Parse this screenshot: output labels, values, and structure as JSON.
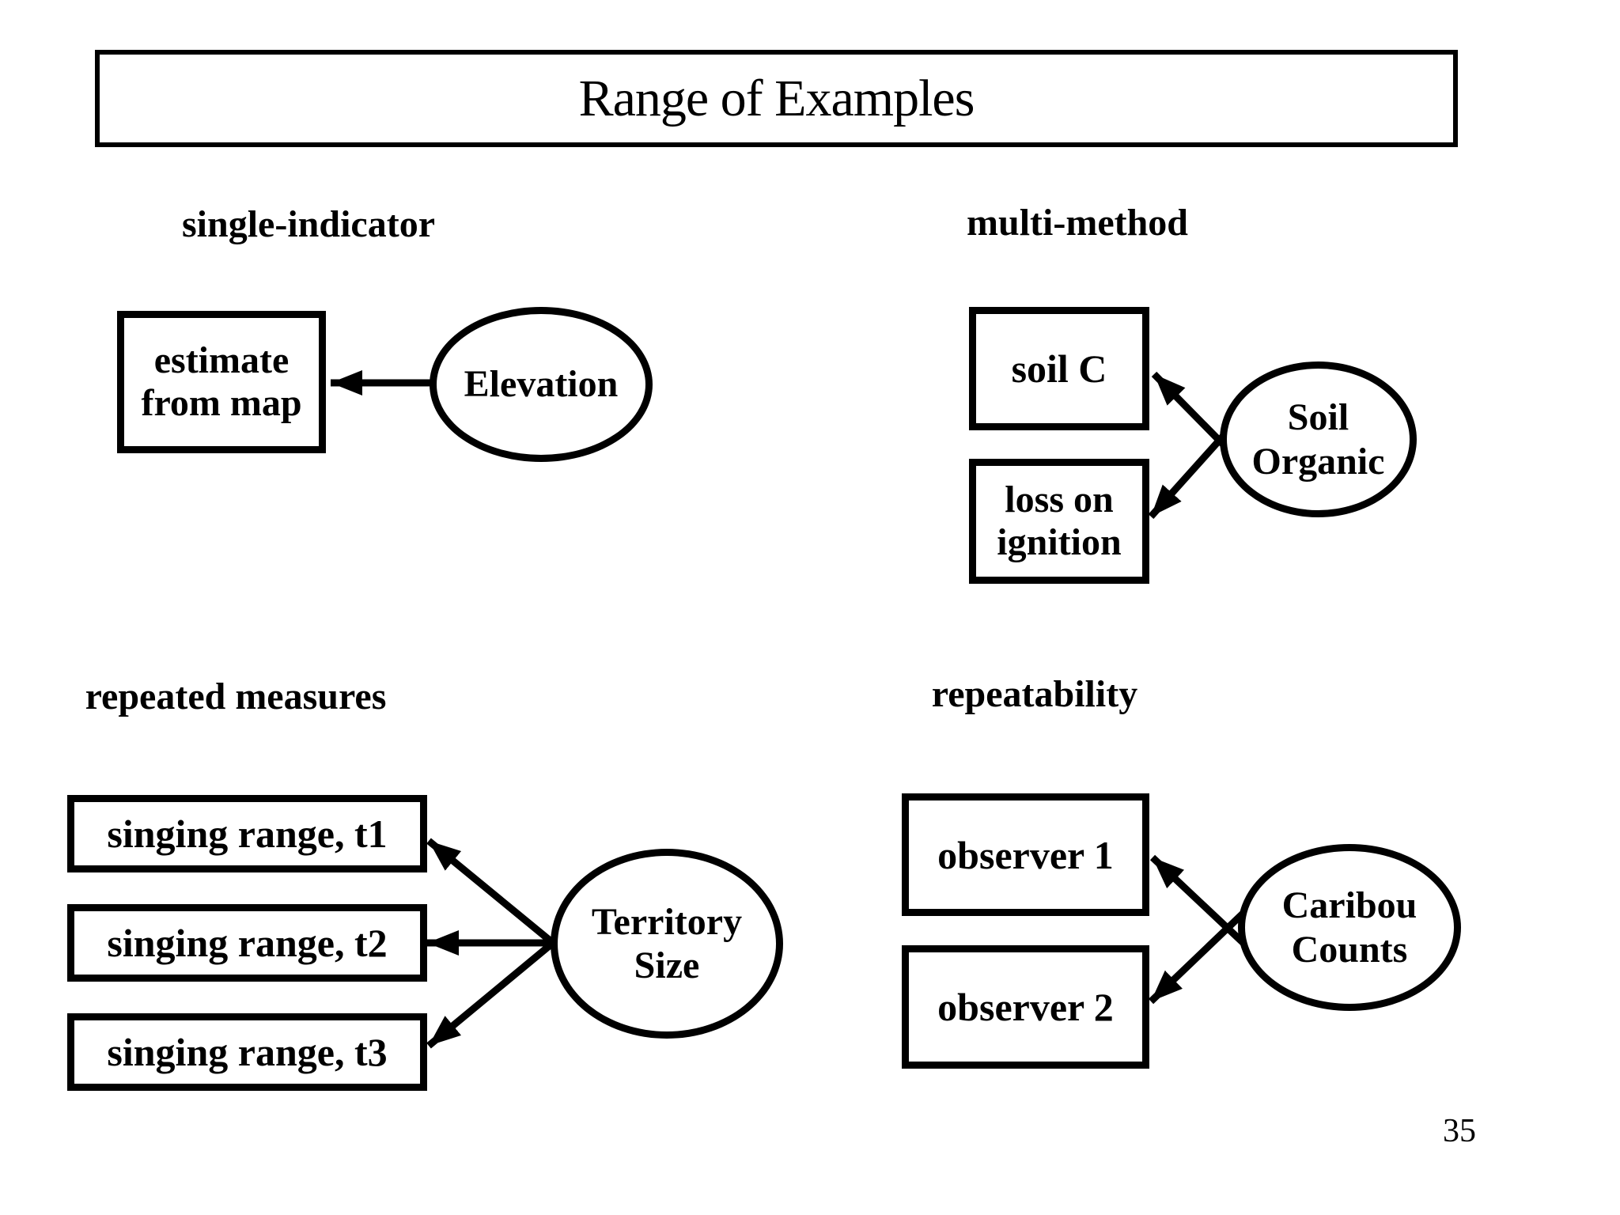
{
  "page": {
    "title": "Range of Examples",
    "page_number": "35",
    "colors": {
      "background": "#ffffff",
      "ink": "#000000"
    }
  },
  "quadrants": [
    {
      "id": "single-indicator",
      "heading": "single-indicator",
      "boxes": [
        {
          "label": "estimate\nfrom map"
        }
      ],
      "ellipse": {
        "label": "Elevation"
      }
    },
    {
      "id": "multi-method",
      "heading": "multi-method",
      "boxes": [
        {
          "label": "soil C"
        },
        {
          "label": "loss on\nignition"
        }
      ],
      "ellipse": {
        "label": "Soil\nOrganic"
      }
    },
    {
      "id": "repeated-measures",
      "heading": "repeated measures",
      "boxes": [
        {
          "label": "singing range, t1"
        },
        {
          "label": "singing range, t2"
        },
        {
          "label": "singing range, t3"
        }
      ],
      "ellipse": {
        "label": "Territory\nSize"
      }
    },
    {
      "id": "repeatability",
      "heading": "repeatability",
      "boxes": [
        {
          "label": "observer 1"
        },
        {
          "label": "observer 2"
        }
      ],
      "ellipse": {
        "label": "Caribou\nCounts"
      }
    }
  ],
  "edges": [
    {
      "from": "Elevation",
      "to": "estimate from map"
    },
    {
      "from": "Soil Organic",
      "to": "soil C"
    },
    {
      "from": "Soil Organic",
      "to": "loss on ignition"
    },
    {
      "from": "Territory Size",
      "to": "singing range, t1"
    },
    {
      "from": "Territory Size",
      "to": "singing range, t2"
    },
    {
      "from": "Territory Size",
      "to": "singing range, t3"
    },
    {
      "from": "Caribou Counts",
      "to": "observer 1"
    },
    {
      "from": "Caribou Counts",
      "to": "observer 2"
    }
  ]
}
